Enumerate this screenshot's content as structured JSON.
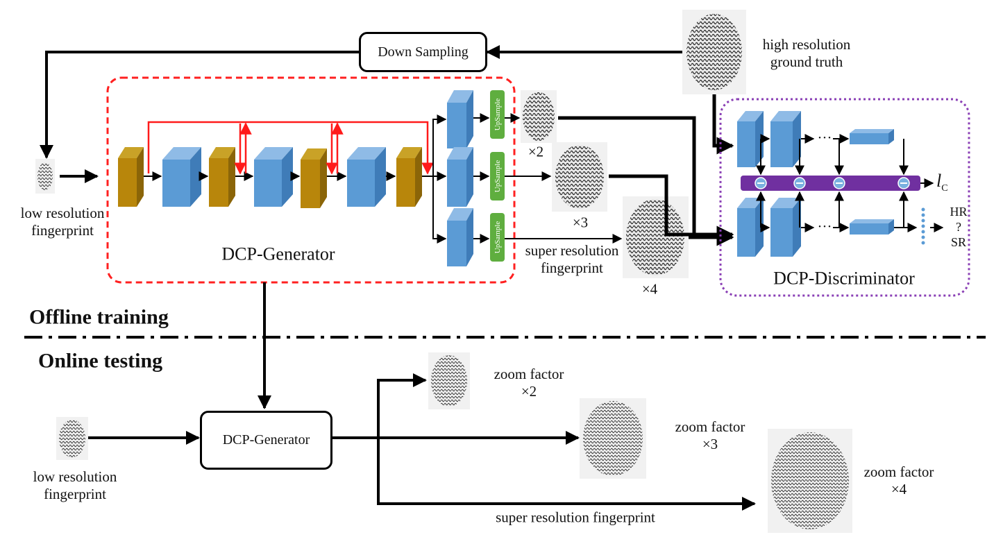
{
  "offline": {
    "down_sampling": "Down Sampling",
    "high_res_label": [
      "high resolution",
      "ground truth"
    ],
    "low_res_label": [
      "low resolution",
      "fingerprint"
    ],
    "generator_title": "DCP-Generator",
    "upsample_label": "UpSample",
    "scale_x2": "×2",
    "scale_x3": "×3",
    "scale_x4": "×4",
    "super_res_label": [
      "super resolution",
      "fingerprint"
    ],
    "discriminator_title": "DCP-Discriminator",
    "loss_symbol": "l",
    "loss_subscript": "C",
    "output_hr": "HR",
    "output_q": "?",
    "output_sr": "SR",
    "ellipsis": "···",
    "section_title": "Offline training"
  },
  "online": {
    "section_title": "Online testing",
    "generator_box": "DCP-Generator",
    "low_res_label": [
      "low resolution",
      "fingerprint"
    ],
    "zoom_x2": [
      "zoom factor",
      "×2"
    ],
    "zoom_x3": [
      "zoom factor",
      "×3"
    ],
    "zoom_x4": [
      "zoom factor",
      "×4"
    ],
    "super_res_label": "super resolution fingerprint"
  },
  "colors": {
    "generator_border": "#ff2020",
    "discriminator_border": "#8a3fb5",
    "conv_block": "#5b9bd5",
    "feature_block": "#b8860b",
    "upsample_block": "#5fae3f",
    "loss_bar": "#7030a0",
    "skip_arrow": "#ff1a1a"
  }
}
